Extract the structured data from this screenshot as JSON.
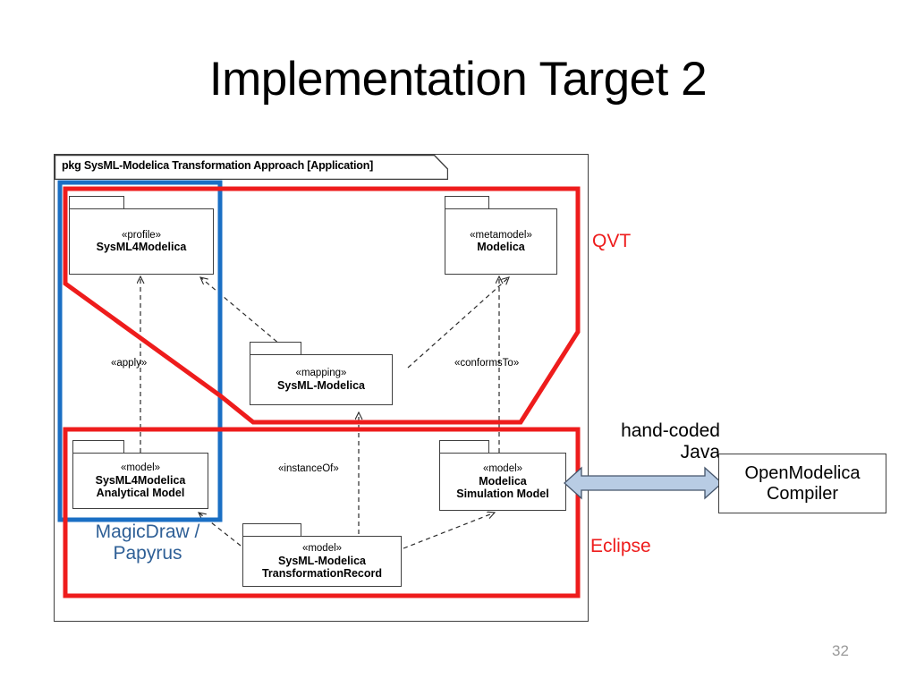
{
  "slide": {
    "title": "Implementation Target 2",
    "page_number": "32",
    "background": "#ffffff"
  },
  "diagram": {
    "frame_label": "pkg SysML-Modelica Transformation Approach [Application]",
    "packages": [
      {
        "id": "sysml4modelica-profile",
        "stereotype": "«profile»",
        "name": "SysML4Modelica"
      },
      {
        "id": "modelica-metamodel",
        "stereotype": "«metamodel»",
        "name": "Modelica"
      },
      {
        "id": "sysml-modelica-mapping",
        "stereotype": "«mapping»",
        "name": "SysML-Modelica"
      },
      {
        "id": "analytical-model",
        "stereotype": "«model»",
        "name": "SysML4Modelica\nAnalytical Model"
      },
      {
        "id": "simulation-model",
        "stereotype": "«model»",
        "name": "Modelica\nSimulation Model"
      },
      {
        "id": "transformation-record",
        "stereotype": "«model»",
        "name": "SysML-Modelica\nTransformationRecord"
      }
    ],
    "edge_labels": {
      "apply": "«apply»",
      "conforms_to": "«conformsTo»",
      "instance_of": "«instanceOf»"
    }
  },
  "annotations": {
    "qvt": "QVT",
    "hand_coded_java": "hand-coded\nJava",
    "eclipse": "Eclipse",
    "magicdraw_papyrus": "MagicDraw /\nPapyrus",
    "openmodelica_compiler": "OpenModelica\nCompiler"
  },
  "colors": {
    "red_highlight": "#ee1c1c",
    "blue_highlight": "#1a6fc4",
    "magicdraw_text": "#2e5f96",
    "arrow_fill": "#b8cce4",
    "arrow_stroke": "#44546a",
    "node_stroke": "#3f3f3f",
    "page_number": "#9a9a9a"
  }
}
